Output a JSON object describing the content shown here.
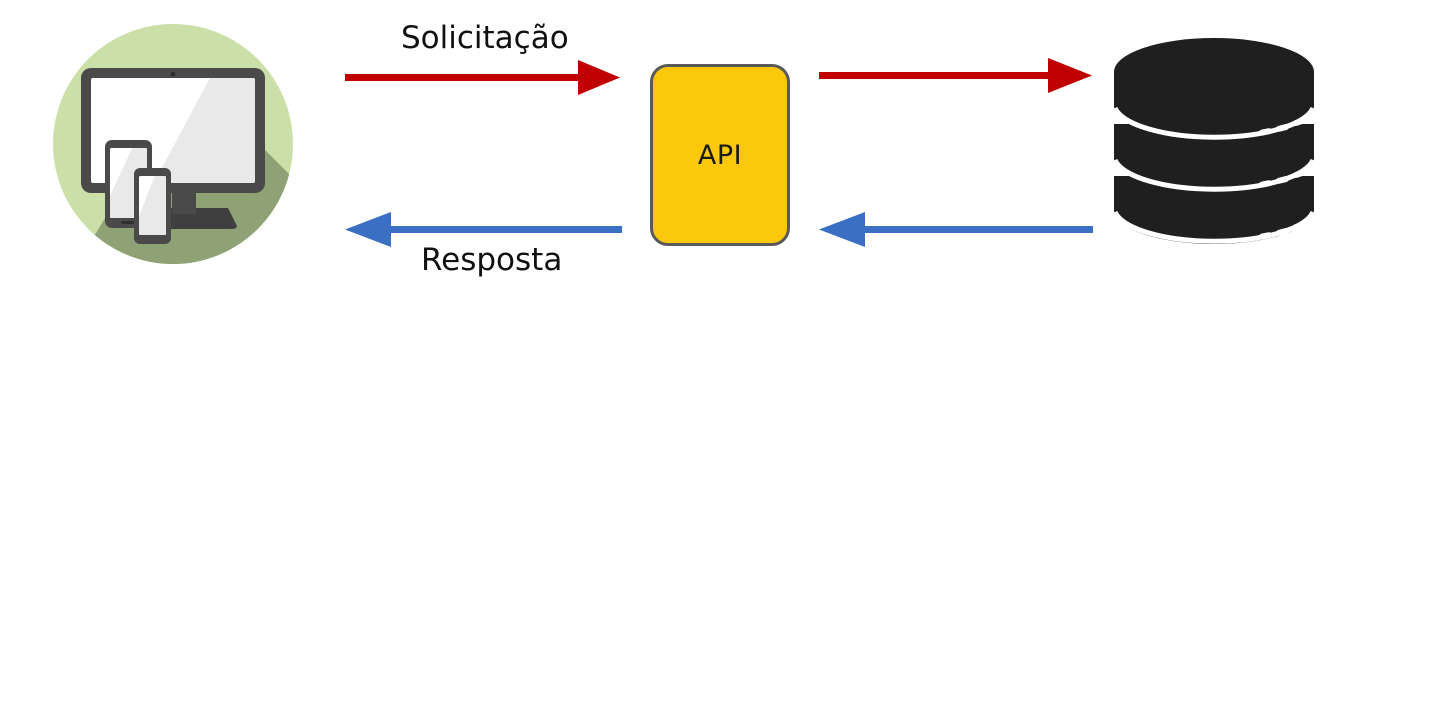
{
  "diagram": {
    "title": "API request/response flow",
    "background_color": "#ffffff",
    "nodes": {
      "client": {
        "name": "client-devices",
        "icon": "devices-icon",
        "description": "Monitor, tablet and smartphone on a green circle",
        "circle_color": "#CBE0A8",
        "shadow_color": "#8A9E72",
        "device_frame_color": "#4A4A4A",
        "screen_color": "#FFFFFF",
        "screen_gloss_color": "#E8E8E8"
      },
      "api": {
        "name": "api-node",
        "label": "API",
        "fill_color": "#FCC80B",
        "border_color": "#595959",
        "text_color": "#1A1A1A"
      },
      "database": {
        "name": "database-node",
        "icon": "database-cylinder-icon",
        "description": "Three stacked black disk platters with indicator lights",
        "fill_color": "#1F1F1F",
        "separator_color": "#FFFFFF",
        "tiers": 3,
        "indicator_dots_per_tier": 3
      }
    },
    "edges": [
      {
        "name": "client-to-api-request",
        "label": "Solicitação",
        "direction": "right",
        "color": "#C00000",
        "from": "client",
        "to": "api"
      },
      {
        "name": "api-to-database-request",
        "label": "",
        "direction": "right",
        "color": "#C00000",
        "from": "api",
        "to": "database"
      },
      {
        "name": "api-to-client-response",
        "label": "Resposta",
        "direction": "left",
        "color": "#3A6FC4",
        "from": "api",
        "to": "client"
      },
      {
        "name": "database-to-api-response",
        "label": "",
        "direction": "left",
        "color": "#3A6FC4",
        "from": "database",
        "to": "api"
      }
    ],
    "labels": {
      "request": "Solicitação",
      "response": "Resposta"
    }
  }
}
